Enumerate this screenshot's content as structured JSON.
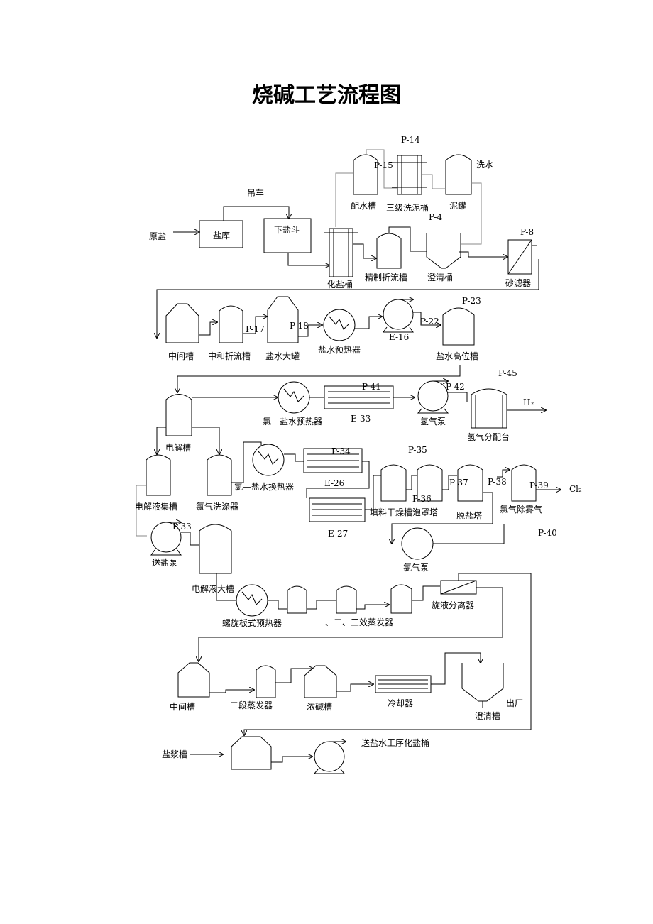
{
  "title": "烧碱工艺流程图",
  "labels": {
    "p14": "P-14",
    "p15": "P-15",
    "xishui": "洗水",
    "peishuicao": "配水槽",
    "sanji": "三级洗泥桶",
    "niguan": "泥罐",
    "diaoche": "吊车",
    "yuanyan": "原盐",
    "yanku": "盐库",
    "xiayandou": "下盐斗",
    "p4": "P-4",
    "p8": "P-8",
    "huayantong": "化盐桶",
    "jingzhi": "精制折流槽",
    "chengqing": "澄清桶",
    "shalvqi": "砂滤器",
    "p23": "P-23",
    "p17": "P-17",
    "p18": "P-18",
    "e16": "E-16",
    "p22": "P-22",
    "zhongjian1": "中间槽",
    "zhonghe": "中和折流槽",
    "yanshuidaguan": "盐水大罐",
    "yanshuiyure": "盐水预热器",
    "gaowei": "盐水高位槽",
    "p45": "P-45",
    "p41": "P-41",
    "p42": "P-42",
    "h2": "H₂",
    "dianjiecao": "电解槽",
    "lvyure": "氯—盐水预热器",
    "e33": "E-33",
    "qingqibeng": "氢气泵",
    "peigei": "氢气分配台",
    "p34": "P-34",
    "p35": "P-35",
    "e26": "E-26",
    "p36": "P-36",
    "p37": "P-37",
    "p38": "P-38",
    "p39": "P-39",
    "cl2": "Cl₂",
    "jiye": "电解液集槽",
    "lvxidi": "氯气洗涤器",
    "lvhuanre": "氯—盐水换热器",
    "tianliao": "填料干燥槽泡罩塔",
    "tuoyanta": "脱盐塔",
    "chuwu": "氯气除雾气",
    "p40": "P-40",
    "p33": "P-33",
    "e27": "E-27",
    "songyanbeng": "送盐泵",
    "lvqibeng": "氯气泵",
    "dianjiedacao": "电解液大槽",
    "xuanye": "旋液分离器",
    "luoxuan": "螺旋板式预热器",
    "sanxiao": "一、二、三效蒸发器",
    "zhongjian2": "中间槽",
    "erduan": "二段蒸发器",
    "nongjian": "浓碱槽",
    "lengque": "冷却器",
    "chuchang": "出厂",
    "chengqingcao": "澄清槽",
    "yanjiangcao": "盐浆槽",
    "songyanshui": "送盐水工序化盐桶"
  }
}
